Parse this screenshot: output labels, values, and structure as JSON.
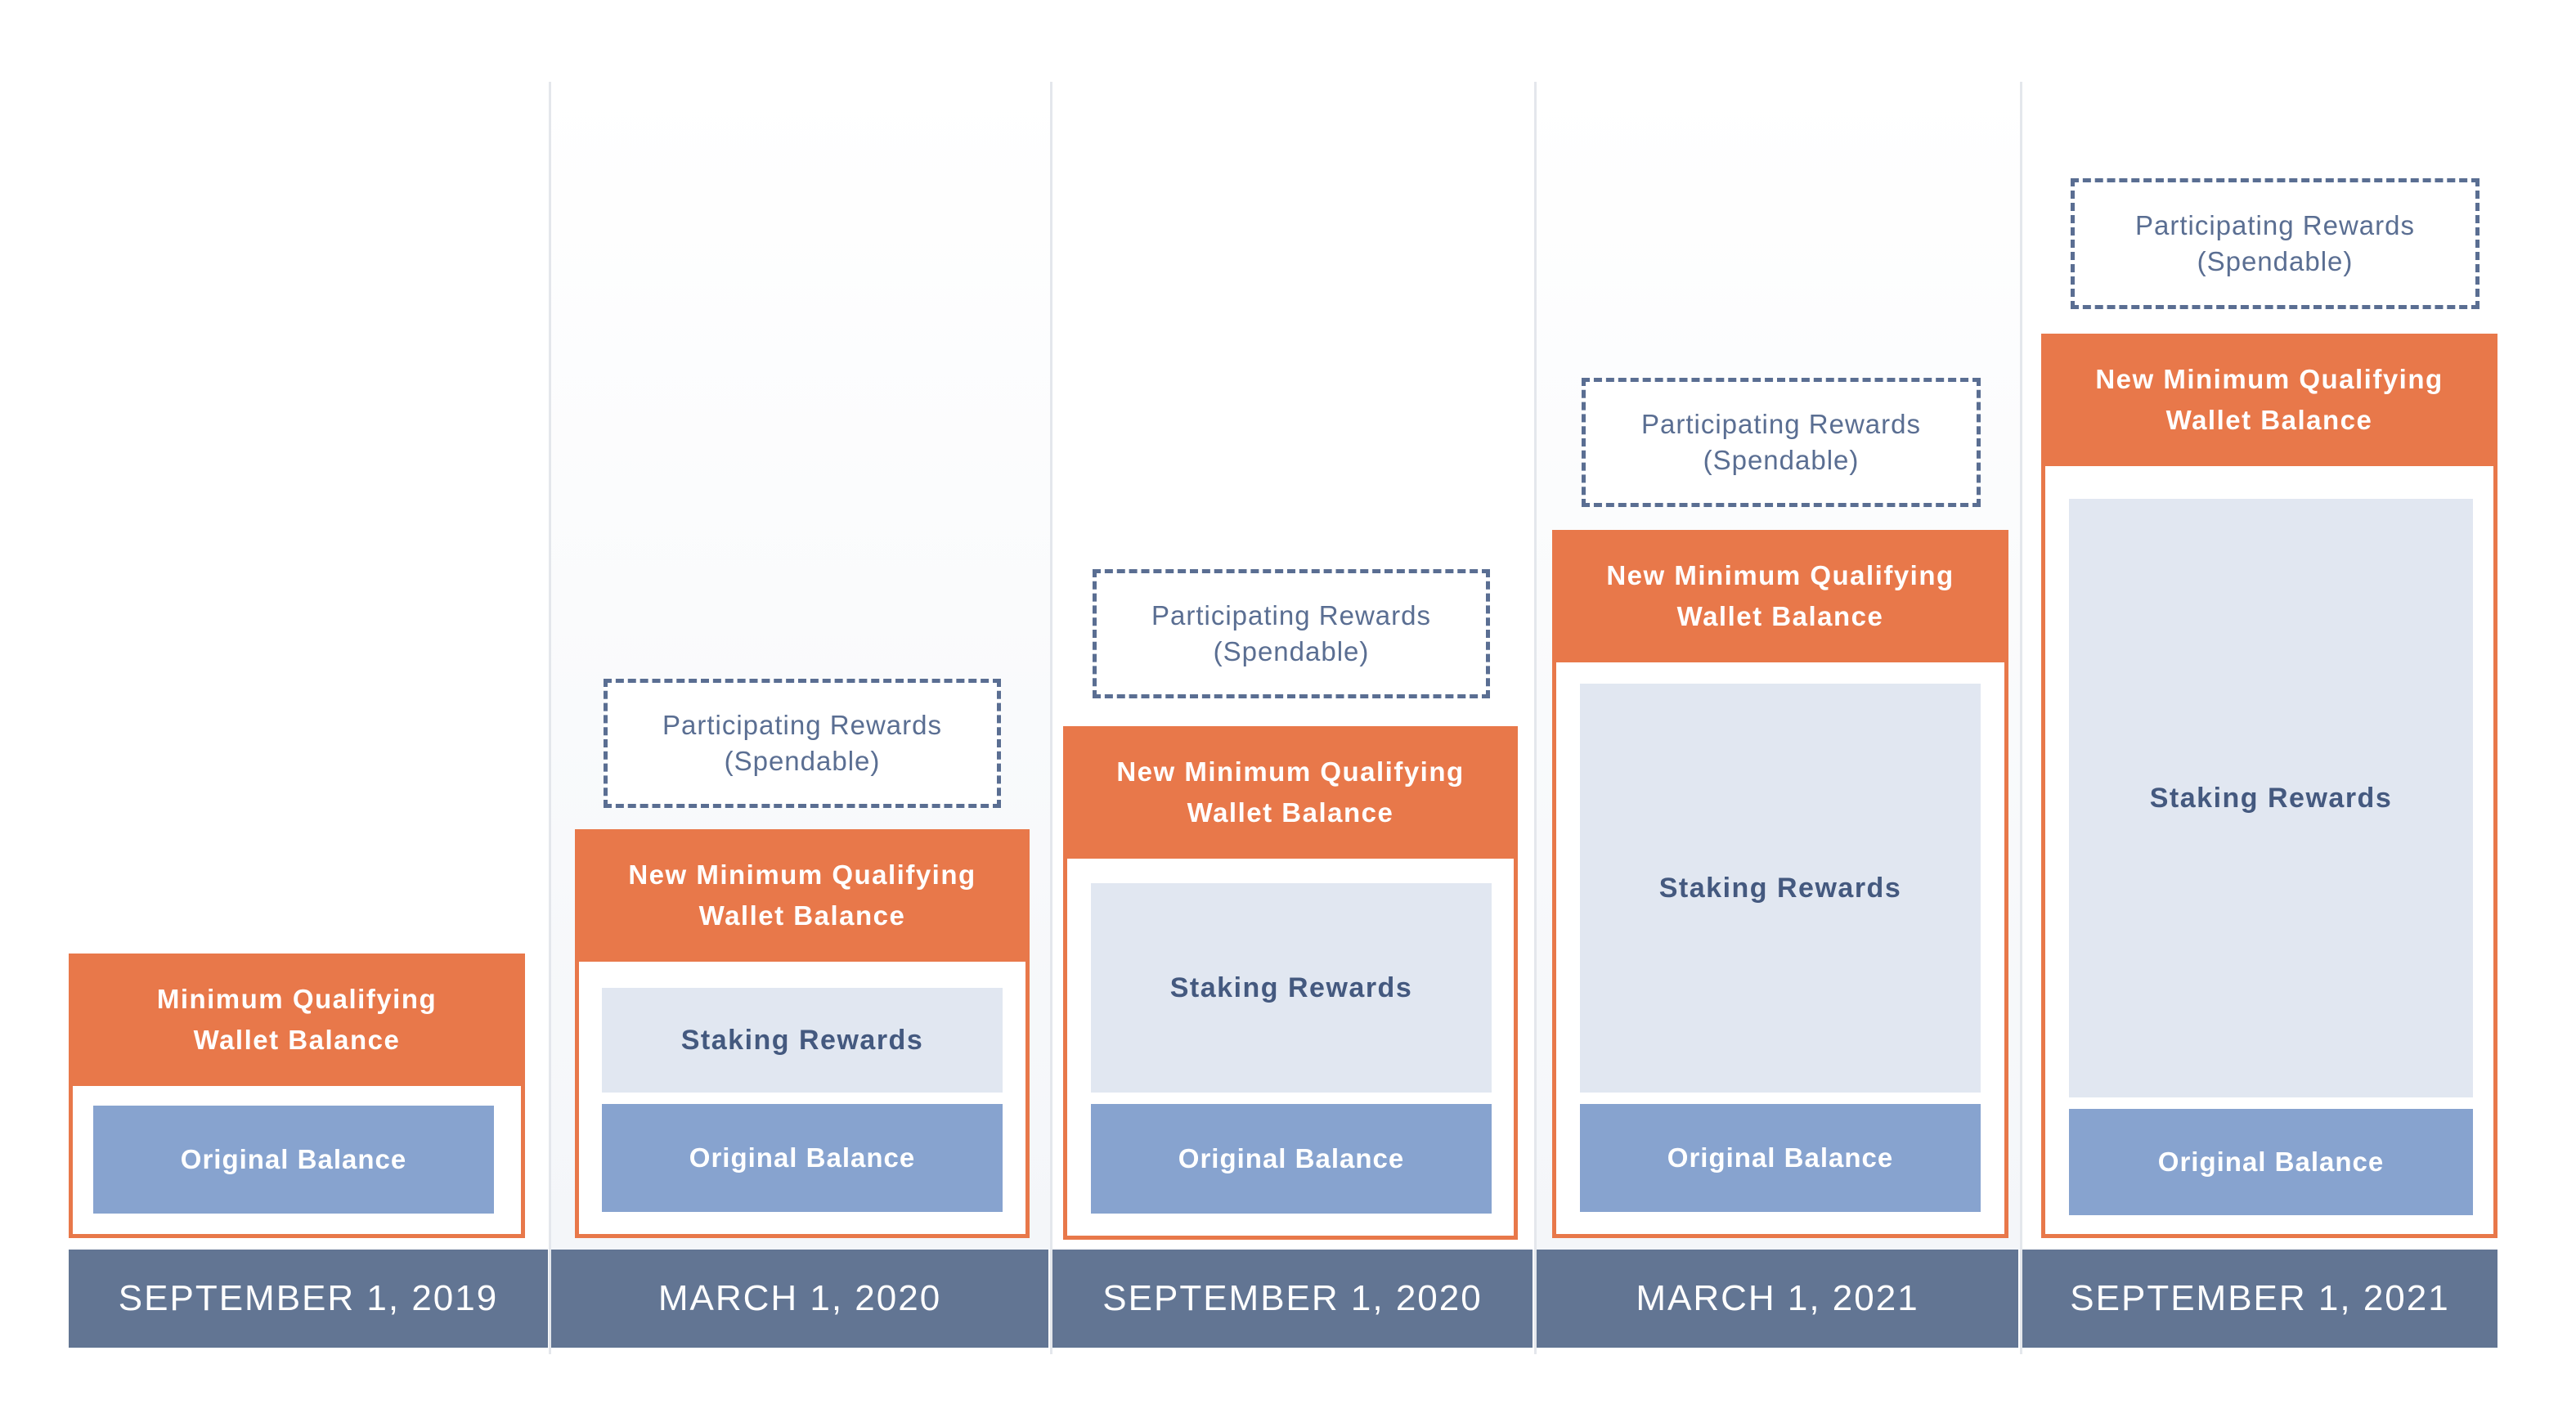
{
  "columns": [
    {
      "date": "SEPTEMBER 1, 2019",
      "header": "Minimum  Qualifying\nWallet Balance",
      "original": "Original Balance"
    },
    {
      "date": "MARCH 1, 2020",
      "header": "New Minimum  Qualifying\nWallet Balance",
      "staking": "Staking Rewards",
      "original": "Original Balance",
      "participating": [
        "Participating Rewards",
        "(Spendable)"
      ]
    },
    {
      "date": "SEPTEMBER 1, 2020",
      "header": "New Minimum  Qualifying\nWallet Balance",
      "staking": "Staking Rewards",
      "original": "Original Balance",
      "participating": [
        "Participating Rewards",
        "(Spendable)"
      ]
    },
    {
      "date": "MARCH 1, 2021",
      "header": "New Minimum  Qualifying\nWallet Balance",
      "staking": "Staking Rewards",
      "original": "Original Balance",
      "participating": [
        "Participating Rewards",
        "(Spendable)"
      ]
    },
    {
      "date": "SEPTEMBER 1, 2021",
      "header": "New Minimum  Qualifying\nWallet Balance",
      "staking": "Staking Rewards",
      "original": "Original Balance",
      "participating": [
        "Participating Rewards",
        "(Spendable)"
      ]
    }
  ],
  "colors": {
    "orange": "#e8784a",
    "original_blue": "#87a3cf",
    "staking_light": "#e1e7f1",
    "date_bar": "#627593",
    "dashed_text": "#5a6e92"
  }
}
